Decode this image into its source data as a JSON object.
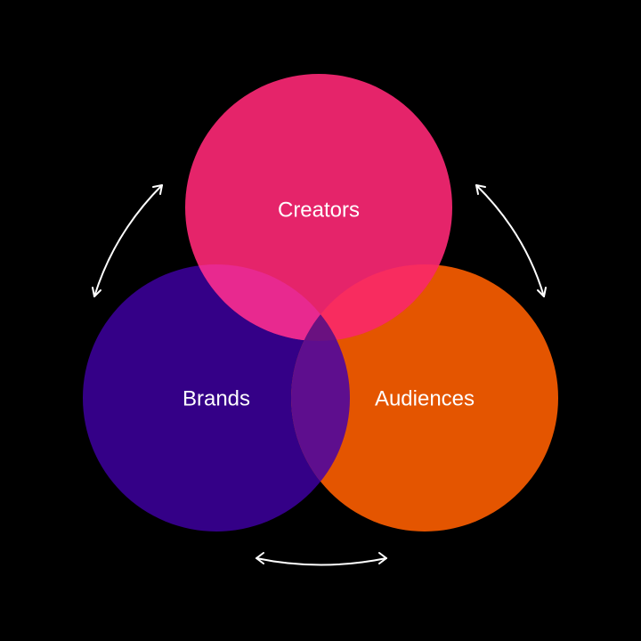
{
  "diagram": {
    "background": "#000000",
    "nodes": [
      {
        "id": "creators",
        "label": "Creators",
        "color": "#e5246a"
      },
      {
        "id": "brands",
        "label": "Brands",
        "color": "#340087"
      },
      {
        "id": "audiences",
        "label": "Audiences",
        "color": "#e45500"
      }
    ],
    "overlap_colors": {
      "creators_brands": "#e8298f",
      "creators_audiences": "#f82c5f",
      "brands_audiences": "#5e0e8e",
      "all": "#6a1180"
    },
    "connections": [
      {
        "from": "brands",
        "to": "creators",
        "style": "double-arrow"
      },
      {
        "from": "creators",
        "to": "audiences",
        "style": "double-arrow"
      },
      {
        "from": "brands",
        "to": "audiences",
        "style": "double-arrow"
      }
    ],
    "arrow_color": "#ffffff"
  }
}
